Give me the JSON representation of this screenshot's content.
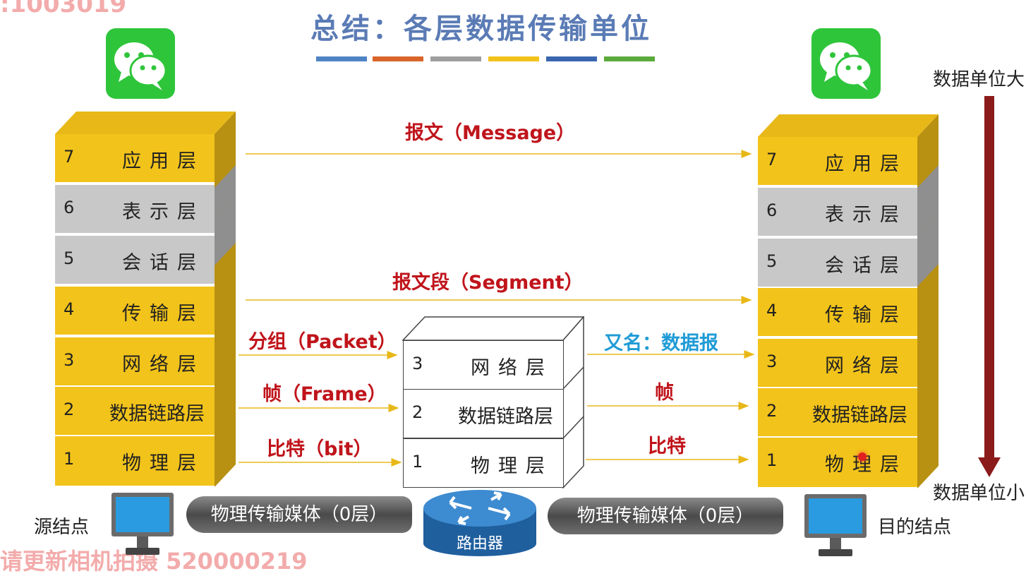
{
  "watermarks": {
    "top": ":1003019",
    "bottom": "请更新相机拍摄 520000219"
  },
  "title": "总结：各层数据传输单位",
  "title_bar_colors": [
    "#4e84c4",
    "#d9652a",
    "#9e9e9e",
    "#f2c31a",
    "#3a66b0",
    "#5aab3c"
  ],
  "colors": {
    "layer_yellow": "#f2c31a",
    "layer_gray": "#c8c8c8",
    "unit_red": "#c0141b",
    "unit_cyan": "#1f9bd6",
    "arrow": "#e8b818",
    "size_arrow": "#8b1a1a"
  },
  "icons": {
    "app": "wechat-icon",
    "host": "monitor-icon",
    "router": "router-icon"
  },
  "source_stack": {
    "layers": [
      {
        "num": "7",
        "name": "应用层"
      },
      {
        "num": "6",
        "name": "表示层"
      },
      {
        "num": "5",
        "name": "会话层"
      },
      {
        "num": "4",
        "name": "传输层"
      },
      {
        "num": "3",
        "name": "网络层"
      },
      {
        "num": "2",
        "name": "数据链路层"
      },
      {
        "num": "1",
        "name": "物理层"
      }
    ]
  },
  "dest_stack": {
    "layers": [
      {
        "num": "7",
        "name": "应用层"
      },
      {
        "num": "6",
        "name": "表示层"
      },
      {
        "num": "5",
        "name": "会话层"
      },
      {
        "num": "4",
        "name": "传输层"
      },
      {
        "num": "3",
        "name": "网络层"
      },
      {
        "num": "2",
        "name": "数据链路层"
      },
      {
        "num": "1",
        "name": "物理层"
      }
    ]
  },
  "router_stack": {
    "layers": [
      {
        "num": "3",
        "name": "网络层"
      },
      {
        "num": "2",
        "name": "数据链路层"
      },
      {
        "num": "1",
        "name": "物理层"
      }
    ],
    "label": "路由器"
  },
  "units": {
    "message": "报文（Message）",
    "segment": "报文段（Segment）",
    "packet": "分组（Packet）",
    "frame": "帧（Frame）",
    "bit": "比特（bit）",
    "datagram": "又名：数据报",
    "frame_short": "帧",
    "bit_short": "比特"
  },
  "media": {
    "left": "物理传输媒体（0层）",
    "right": "物理传输媒体（0层）"
  },
  "nodes": {
    "source": "源结点",
    "dest": "目的结点"
  },
  "size_axis": {
    "top": "数据单位大",
    "bottom": "数据单位小"
  }
}
